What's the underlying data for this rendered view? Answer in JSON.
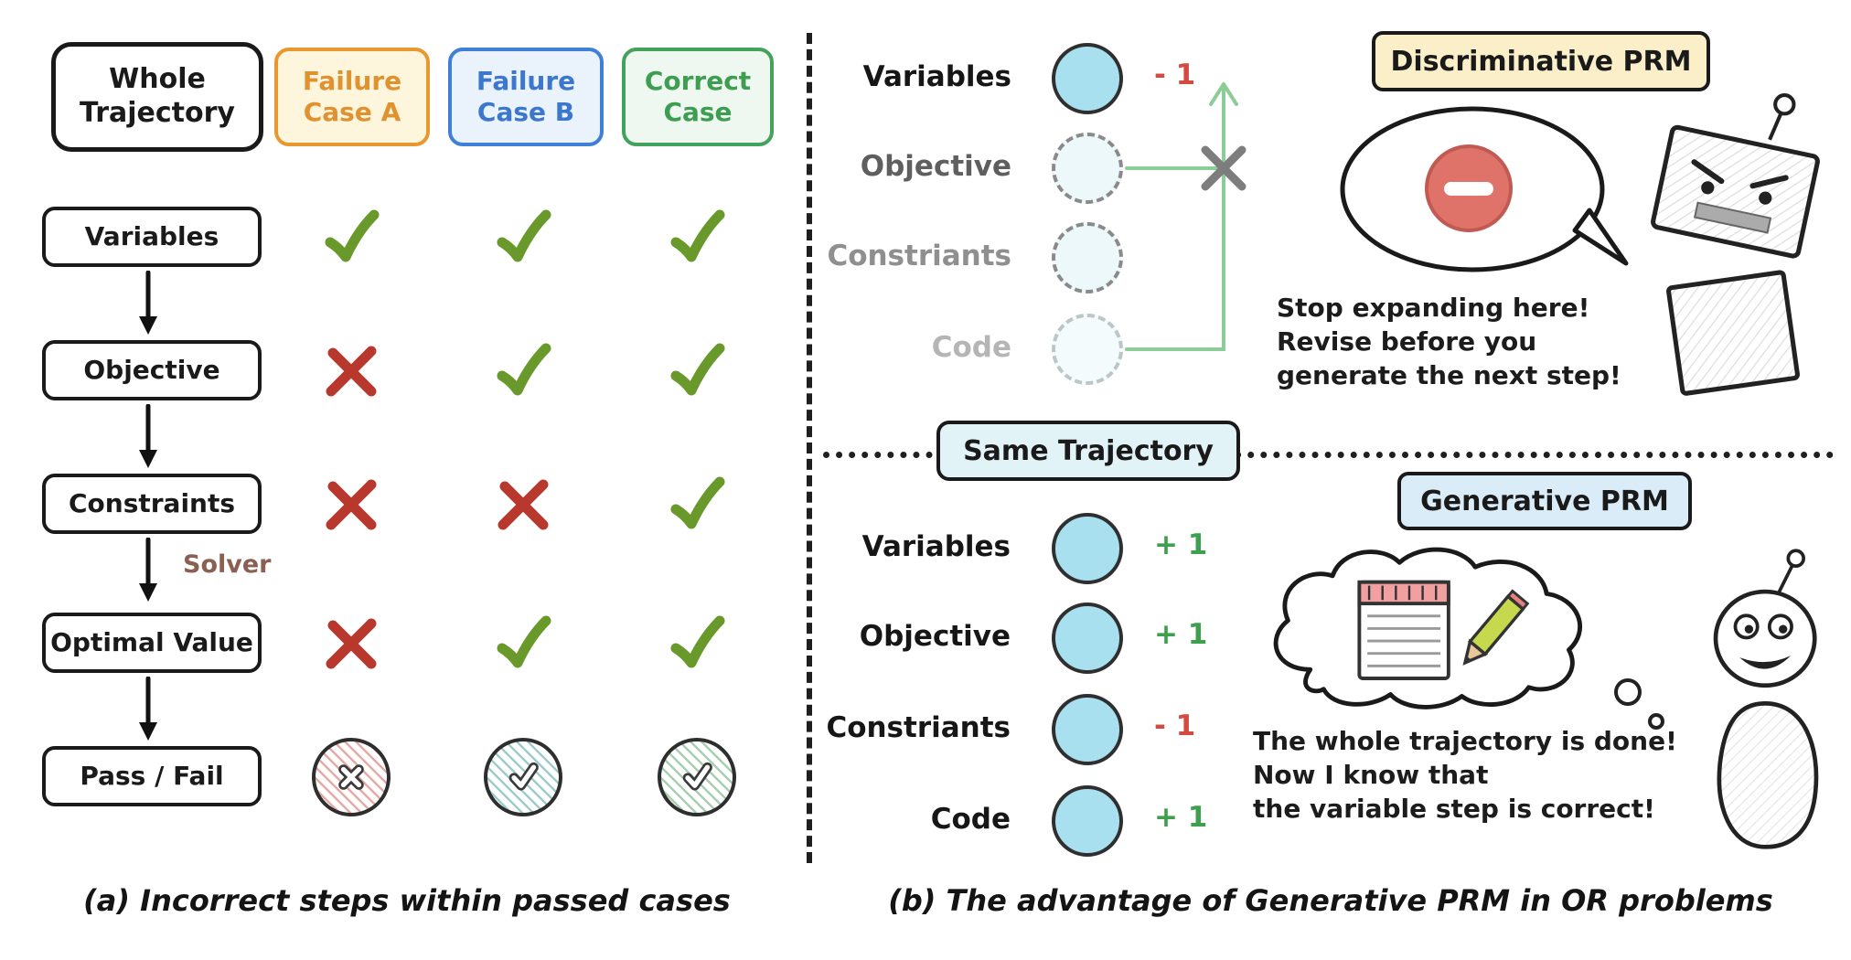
{
  "panel_a": {
    "caption": "(a) Incorrect steps within passed cases",
    "trajectory_header": "Whole Trajectory",
    "cases": [
      {
        "label": "Failure Case A",
        "color": "#e09130"
      },
      {
        "label": "Failure Case B",
        "color": "#3b76cf"
      },
      {
        "label": "Correct Case",
        "color": "#3d9e52"
      }
    ],
    "solver_label": "Solver",
    "steps": [
      {
        "label": "Variables",
        "marks": [
          "check",
          "check",
          "check"
        ]
      },
      {
        "label": "Objective",
        "marks": [
          "cross",
          "check",
          "check"
        ]
      },
      {
        "label": "Constraints",
        "marks": [
          "cross",
          "cross",
          "check"
        ]
      },
      {
        "label": "Optimal Value",
        "marks": [
          "cross",
          "check",
          "check"
        ]
      },
      {
        "label": "Pass / Fail",
        "marks": [
          "circle-cross-red",
          "circle-check-teal",
          "circle-check-green"
        ]
      }
    ]
  },
  "panel_b": {
    "caption": "(b) The advantage of Generative PRM in OR problems",
    "divider_label": "Same Trajectory",
    "discriminative": {
      "title": "Discriminative PRM",
      "steps": [
        {
          "label": "Variables",
          "score": "- 1",
          "circle": "filled"
        },
        {
          "label": "Objective",
          "score": "",
          "circle": "dashed"
        },
        {
          "label": "Constriants",
          "score": "",
          "circle": "dashed"
        },
        {
          "label": "Code",
          "score": "",
          "circle": "dashed-faint"
        }
      ],
      "speech_lines": [
        "Stop expanding here!",
        "Revise before you",
        "generate the next step!"
      ]
    },
    "generative": {
      "title": "Generative PRM",
      "steps": [
        {
          "label": "Variables",
          "score": "+ 1",
          "circle": "filled"
        },
        {
          "label": "Objective",
          "score": "+ 1",
          "circle": "filled"
        },
        {
          "label": "Constriants",
          "score": "- 1",
          "circle": "filled"
        },
        {
          "label": "Code",
          "score": "+ 1",
          "circle": "filled"
        }
      ],
      "thought_lines": [
        "The whole trajectory is done!",
        "Now I know that",
        "the variable step is correct!"
      ]
    }
  },
  "colors": {
    "check_green": "#69992a",
    "cross_red": "#b8382e",
    "score_positive": "#3ea04e",
    "score_negative": "#d24a40",
    "step_circle_fill": "#a9e0ef",
    "discriminative_title_bg": "#faefc8",
    "generative_title_bg": "#d9ecf8",
    "same_trajectory_bg": "#e2f3f8",
    "failure_a_accent": "#e09130",
    "failure_b_accent": "#3b76cf",
    "correct_accent": "#3d9e52",
    "no_entry_red": "#df7269",
    "arrow_green": "#8ccc96"
  },
  "icons": [
    "check-icon",
    "cross-icon",
    "circle-cross-icon",
    "circle-check-icon",
    "down-arrow-icon",
    "no-entry-icon",
    "angry-robot-icon",
    "happy-robot-icon",
    "speech-bubble",
    "thought-cloud",
    "notepad-icon",
    "pencil-icon",
    "up-arrow-icon",
    "blocked-x-icon"
  ]
}
